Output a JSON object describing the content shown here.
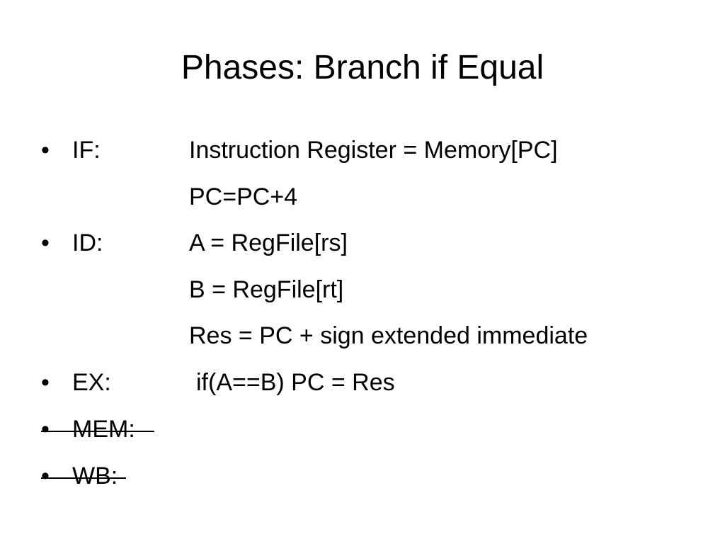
{
  "slide": {
    "title": "Phases: Branch if Equal",
    "bullet_glyph": "•",
    "phases": {
      "if": {
        "label": "IF:",
        "lines": [
          "Instruction Register = Memory[PC]",
          "PC=PC+4"
        ]
      },
      "id": {
        "label": "ID:",
        "lines": [
          "A = RegFile[rs]",
          "B = RegFile[rt]",
          "Res = PC + sign extended immediate"
        ]
      },
      "ex": {
        "label": "EX:",
        "lines": [
          "if(A==B) PC = Res"
        ]
      },
      "mem": {
        "label": "MEM:",
        "struck": true
      },
      "wb": {
        "label": "WB:",
        "struck": true
      }
    }
  }
}
